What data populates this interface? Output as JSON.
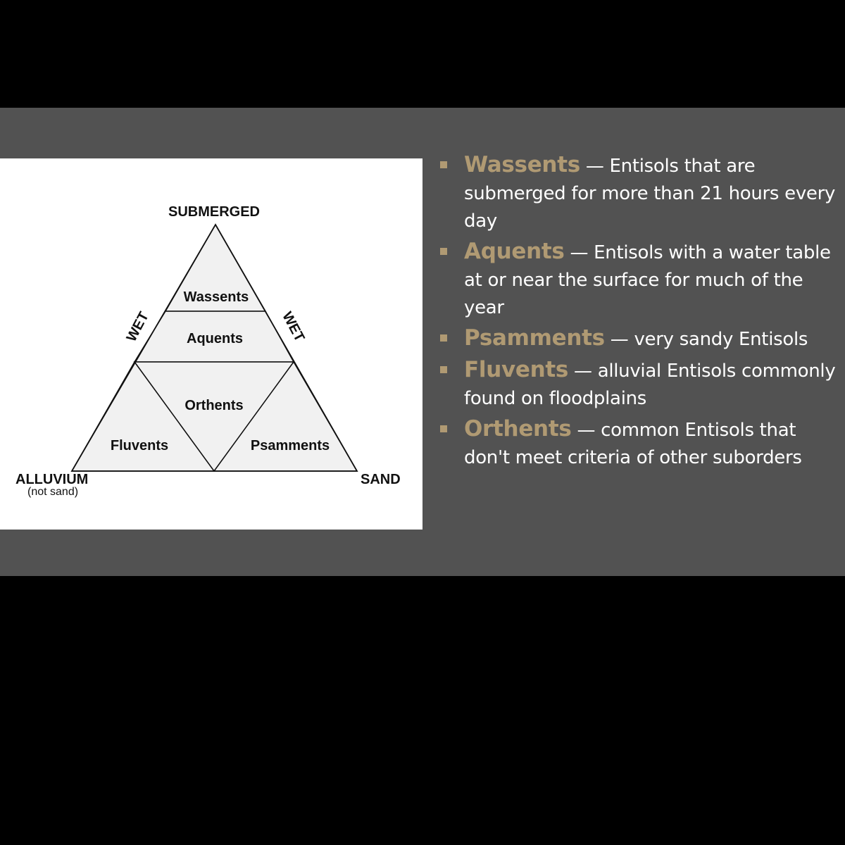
{
  "diagram": {
    "corners": {
      "top": "SUBMERGED",
      "left": "ALLUVIUM",
      "left_note": "(not sand)",
      "right": "SAND"
    },
    "edges": {
      "left": "WET",
      "right": "WET"
    },
    "regions": {
      "wassents": "Wassents",
      "aquents": "Aquents",
      "orthents": "Orthents",
      "fluvents": "Fluvents",
      "psamments": "Psamments"
    }
  },
  "bullets": [
    {
      "term": "Wassents",
      "separator": " — ",
      "text": "Entisols that are submerged for more than 21 hours every day"
    },
    {
      "term": "Aquents",
      "separator": " — ",
      "text": "Entisols with a water table at or near the surface for much of the year"
    },
    {
      "term": "Psamments",
      "separator": " — ",
      "text": "very sandy Entisols"
    },
    {
      "term": "Fluvents",
      "separator": " — ",
      "text": "alluvial Entisols commonly found on floodplains"
    },
    {
      "term": "Orthents",
      "separator": " — ",
      "text": "common Entisols that don't meet criteria of other suborders"
    }
  ],
  "colors": {
    "background": "#000000",
    "slide": "#525252",
    "accent": "#b09a73",
    "body_text": "#ffffff",
    "triangle_fill": "#f1f1f1"
  }
}
